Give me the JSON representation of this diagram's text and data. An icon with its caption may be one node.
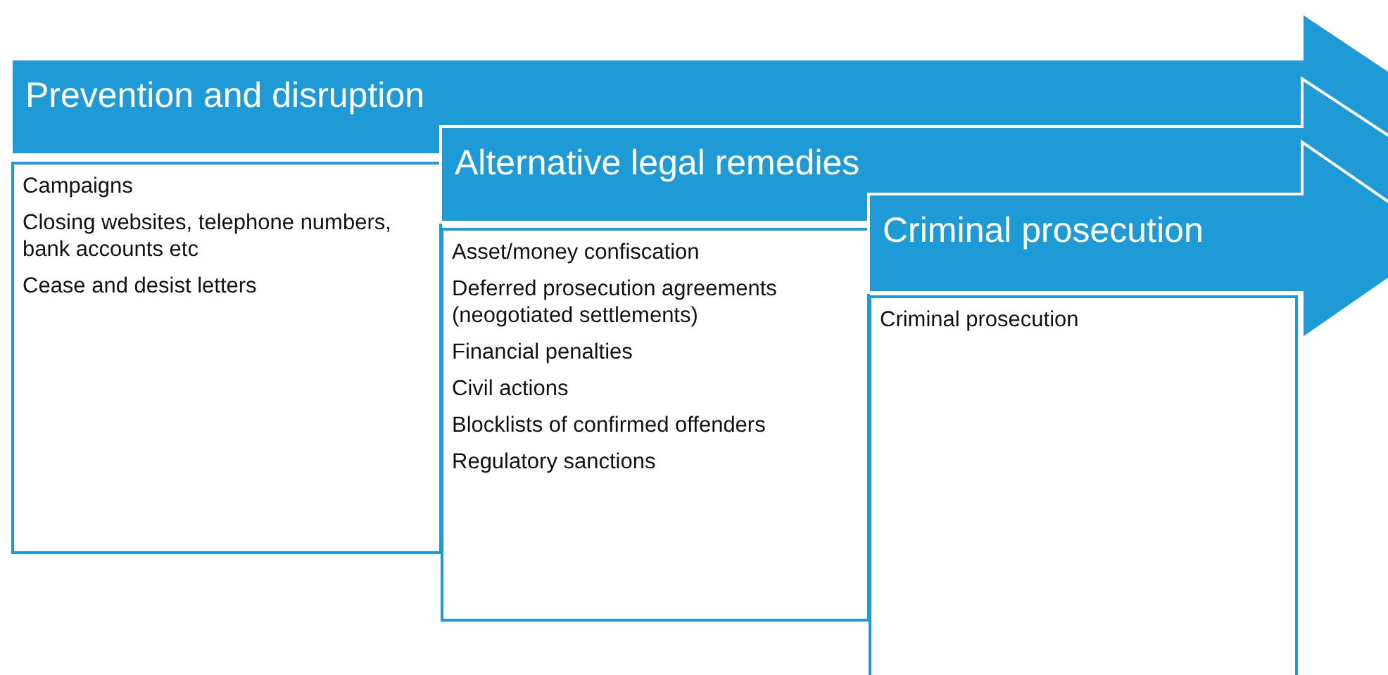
{
  "diagram": {
    "nodes": [
      {
        "text": [
          "Prevention and disruption"
        ]
      },
      {
        "text": [
          "Campaigns",
          "Closing websites, telephone numbers, bank accounts etc",
          "Cease and desist letters"
        ]
      },
      {
        "text": [
          "Alternative legal remedies"
        ]
      },
      {
        "text": [
          "Asset/money confiscation",
          "Deferred prosecution agreements (neogotiated settlements)",
          "Financial penalties",
          "Civil actions",
          "Blocklists of confirmed offenders",
          "Regulatory sanctions"
        ]
      },
      {
        "text": [
          "Criminal prosecution"
        ]
      },
      {
        "text": [
          "Criminal prosecution"
        ]
      }
    ],
    "edges": []
  }
}
